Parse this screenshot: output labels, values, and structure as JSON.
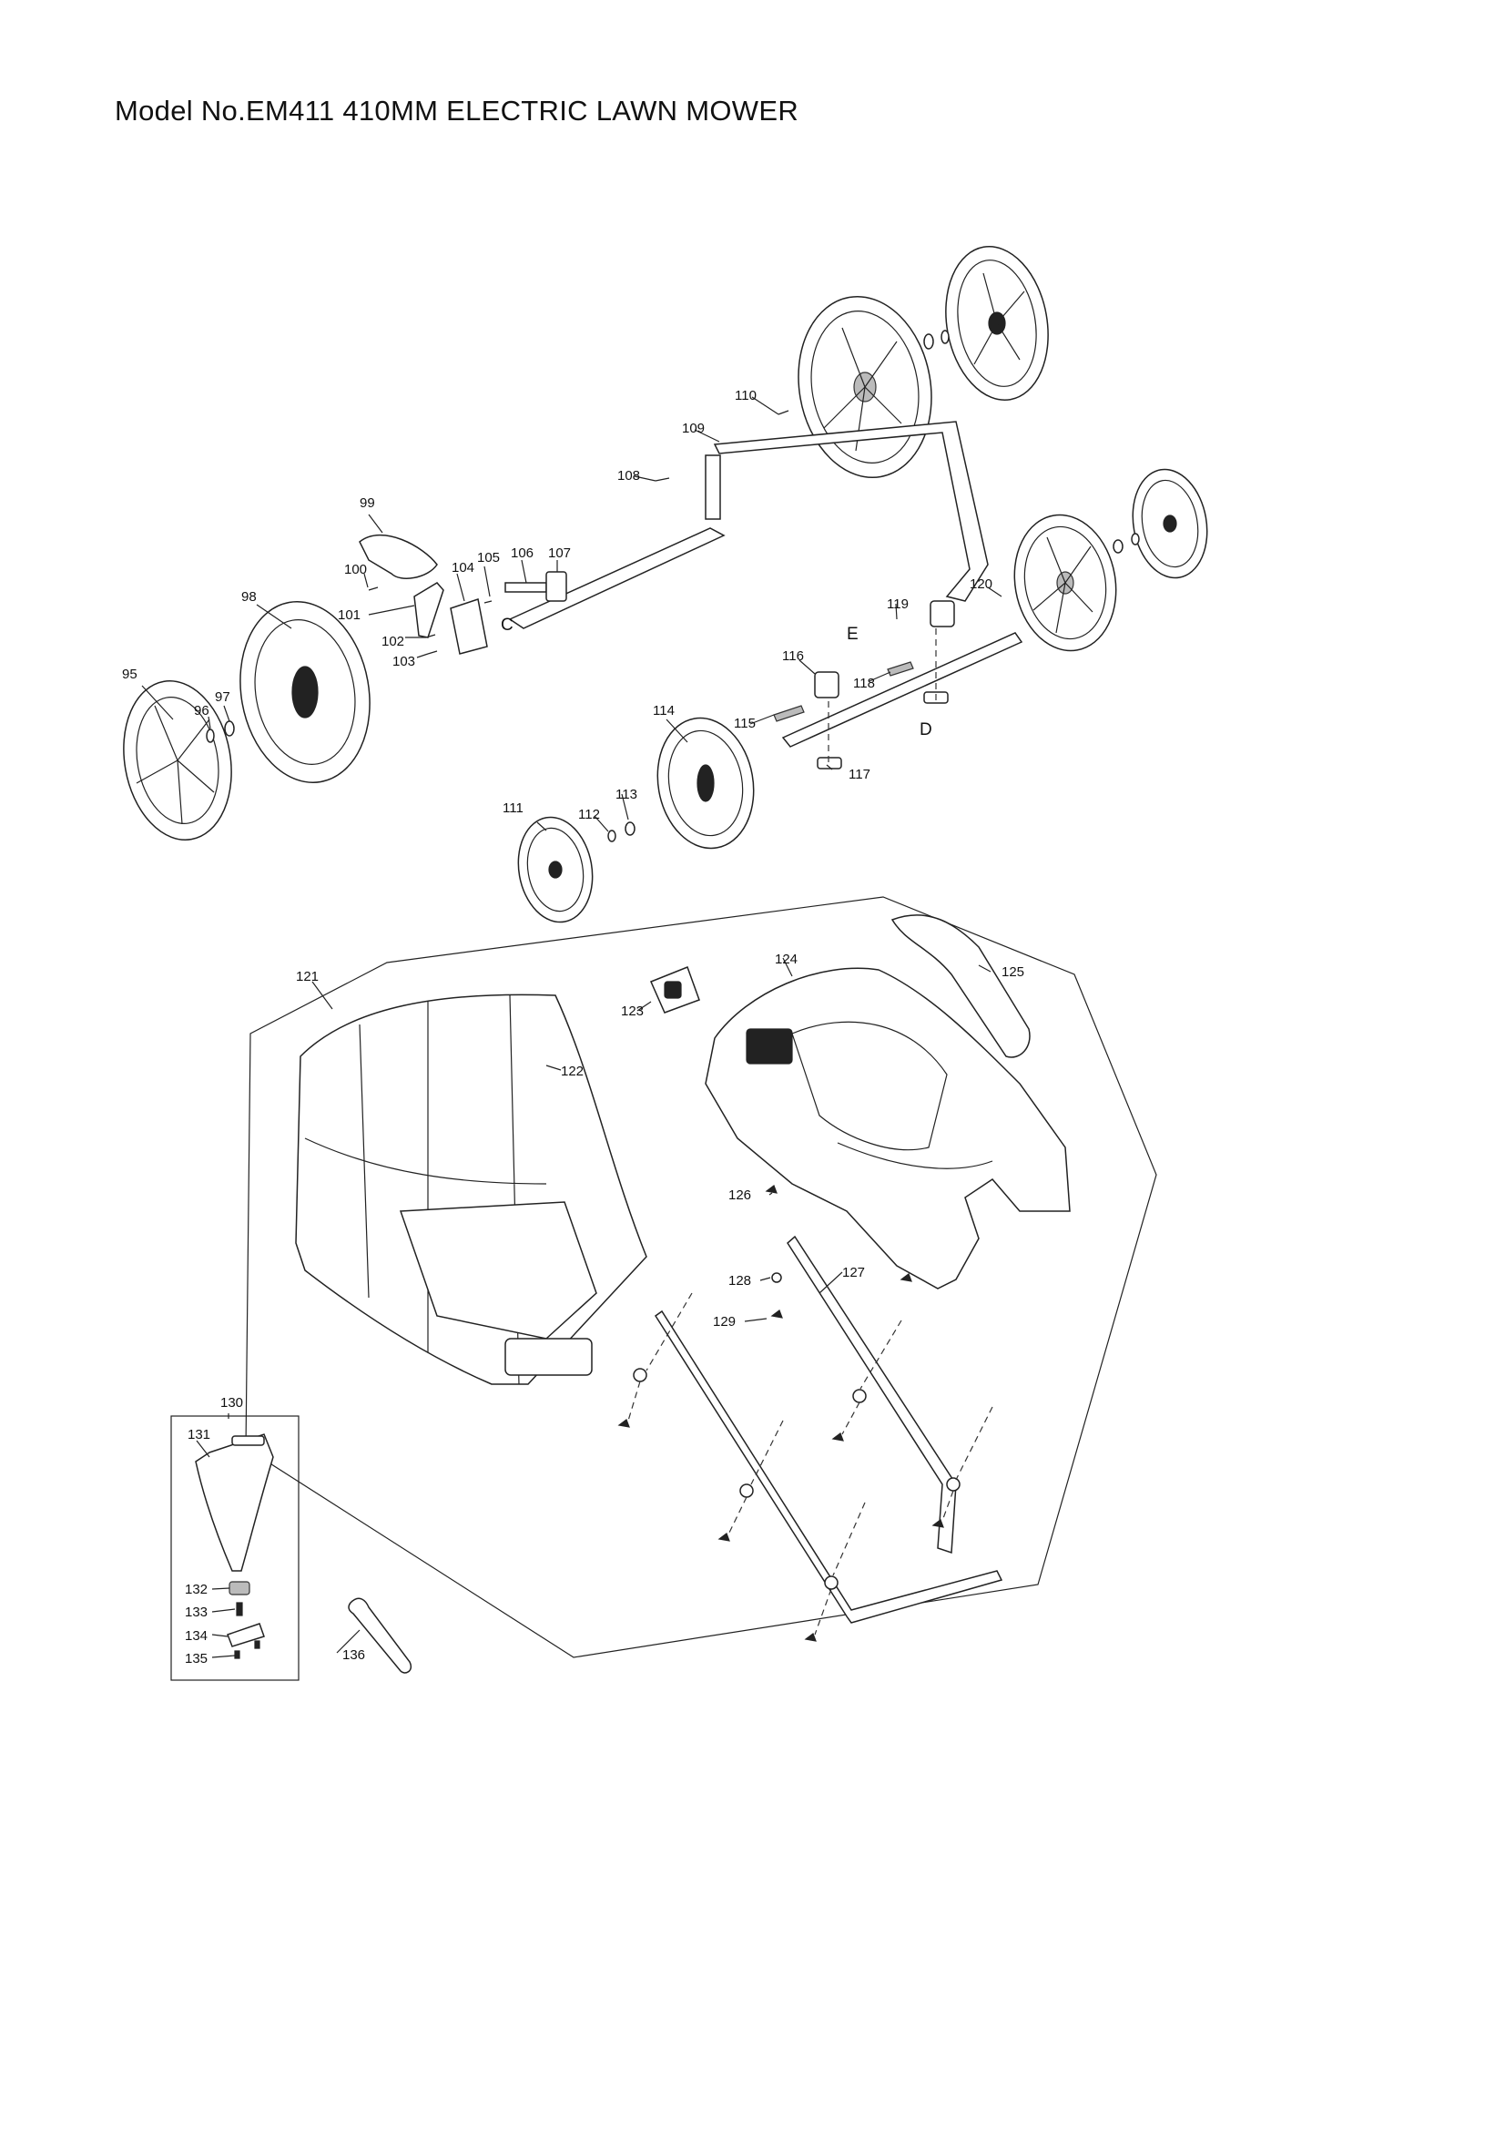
{
  "title": "Model No.EM411 410MM ELECTRIC LAWN MOWER",
  "parts": [
    "95",
    "96",
    "97",
    "98",
    "99",
    "100",
    "101",
    "102",
    "103",
    "104",
    "105",
    "106",
    "107",
    "108",
    "109",
    "110",
    "111",
    "112",
    "113",
    "114",
    "115",
    "116",
    "117",
    "118",
    "119",
    "120",
    "121",
    "122",
    "123",
    "124",
    "125",
    "126",
    "127",
    "128",
    "129",
    "130",
    "131",
    "132",
    "133",
    "134",
    "135",
    "136"
  ],
  "references": [
    "C",
    "D",
    "E"
  ]
}
